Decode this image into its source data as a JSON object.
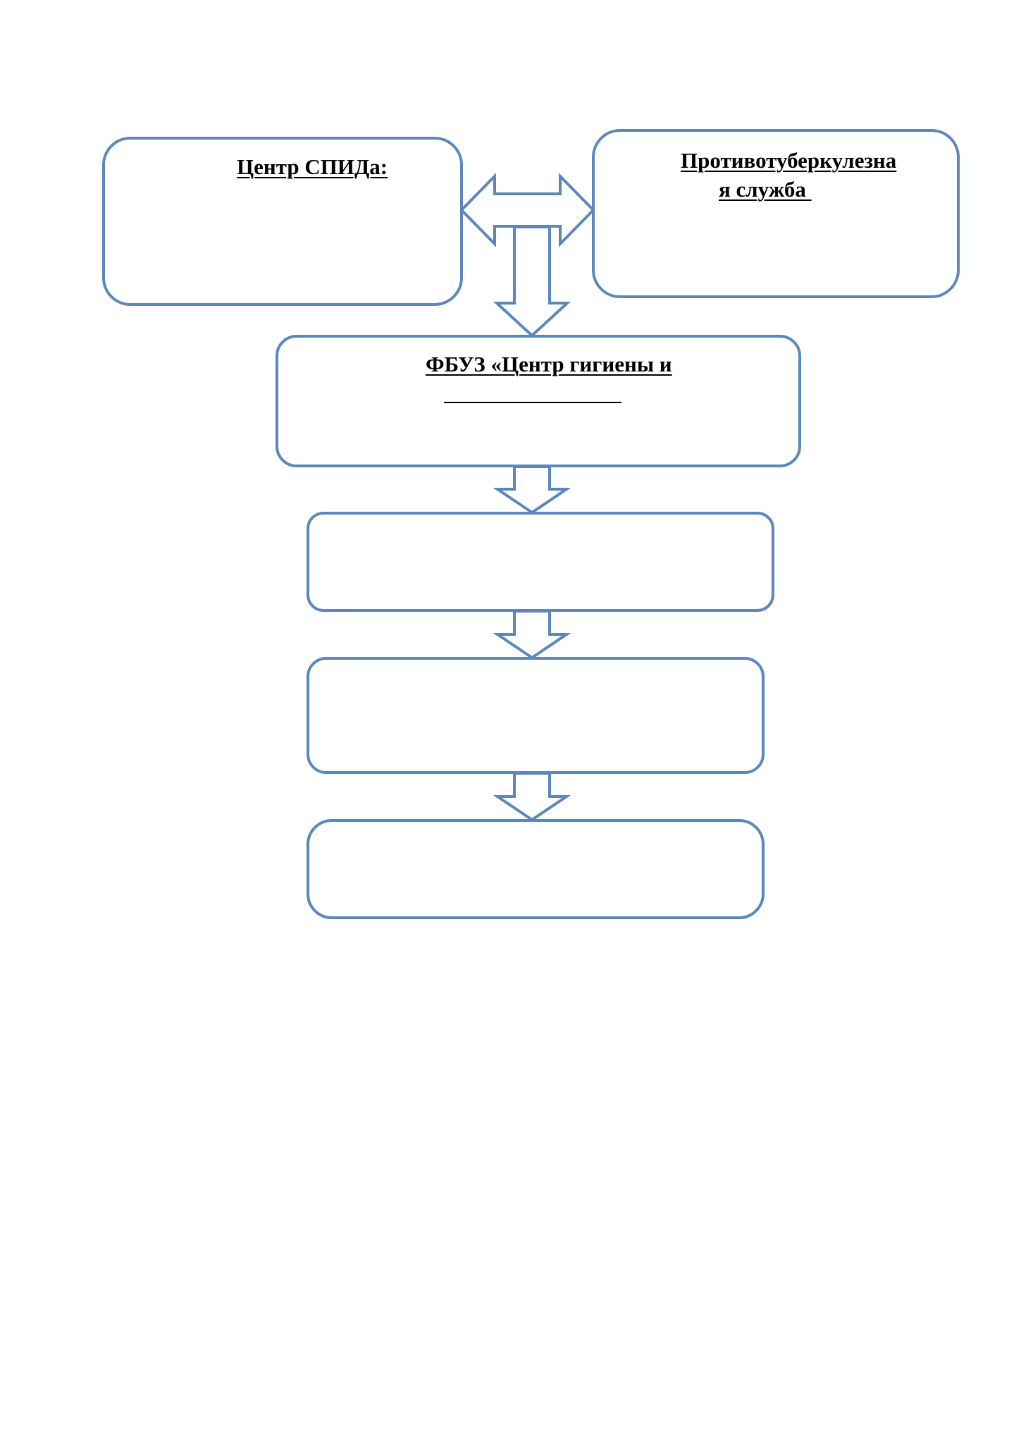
{
  "colors": {
    "stroke": "#5b87bd",
    "fill": "#ffffff",
    "text": "#000000"
  },
  "boxes": {
    "aids_center": {
      "label": "Центр СПИДа:"
    },
    "tb_service": {
      "line1": "Противотуберкулезна",
      "line2": "я служба "
    },
    "fbuz_center": {
      "label": "ФБУЗ «Центр гигиены и"
    },
    "box_4": {
      "label": ""
    },
    "box_5": {
      "label": ""
    },
    "box_6": {
      "label": ""
    }
  },
  "arrows": [
    {
      "from": "aids_center",
      "to": "tb_service",
      "kind": "double-headed"
    },
    {
      "from": "top-pair",
      "to": "fbuz_center",
      "kind": "down"
    },
    {
      "from": "fbuz_center",
      "to": "box_4",
      "kind": "down"
    },
    {
      "from": "box_4",
      "to": "box_5",
      "kind": "down"
    },
    {
      "from": "box_5",
      "to": "box_6",
      "kind": "down"
    }
  ]
}
